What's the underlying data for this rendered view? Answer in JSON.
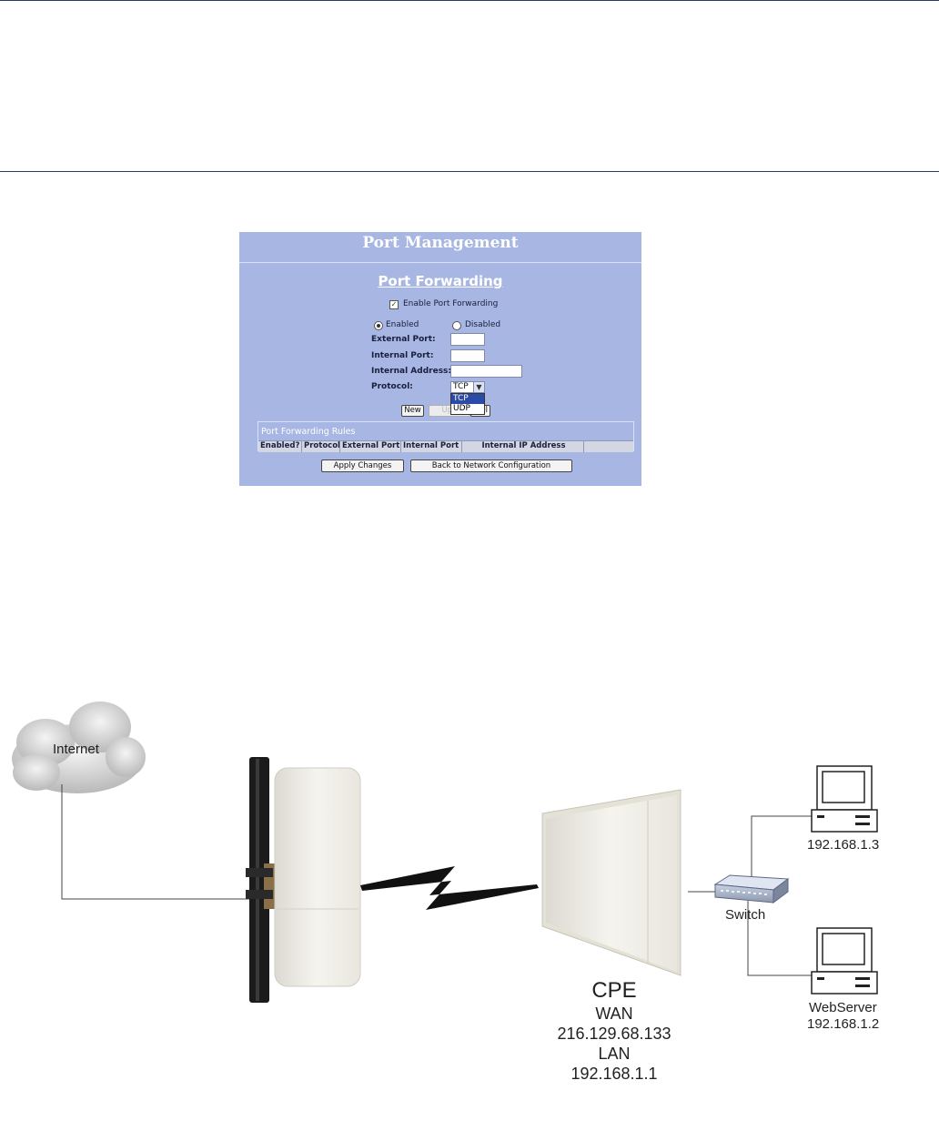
{
  "panel": {
    "header": "Port Management",
    "section_title": "Port Forwarding",
    "enable_checkbox_label": "Enable Port Forwarding",
    "enable_checked": true,
    "radio_enabled_label": "Enabled",
    "radio_disabled_label": "Disabled",
    "radio_selected": "Enabled",
    "external_port_label": "External Port:",
    "internal_port_label": "Internal Port:",
    "internal_address_label": "Internal Address:",
    "protocol_label": "Protocol:",
    "protocol_value": "TCP",
    "protocol_options": [
      "TCP",
      "UDP"
    ],
    "btn_new": "New",
    "btn_update": "Upd",
    "btn_delete": "el",
    "rules_title": "Port Forwarding Rules",
    "rules_columns": [
      "Enabled?",
      "Protocol",
      "External Port",
      "Internal Port",
      "Internal IP Address",
      ""
    ],
    "btn_apply": "Apply Changes",
    "btn_back": "Back to Network Configuration"
  },
  "diagram": {
    "internet_label": "Internet",
    "cpe_label": "CPE",
    "wan_label": "WAN",
    "wan_ip": "216.129.68.133",
    "lan_label": "LAN",
    "lan_ip": "192.168.1.1",
    "switch_label": "Switch",
    "pc1_ip": "192.168.1.3",
    "webserver_label": "WebServer",
    "webserver_ip": "192.168.1.2"
  }
}
